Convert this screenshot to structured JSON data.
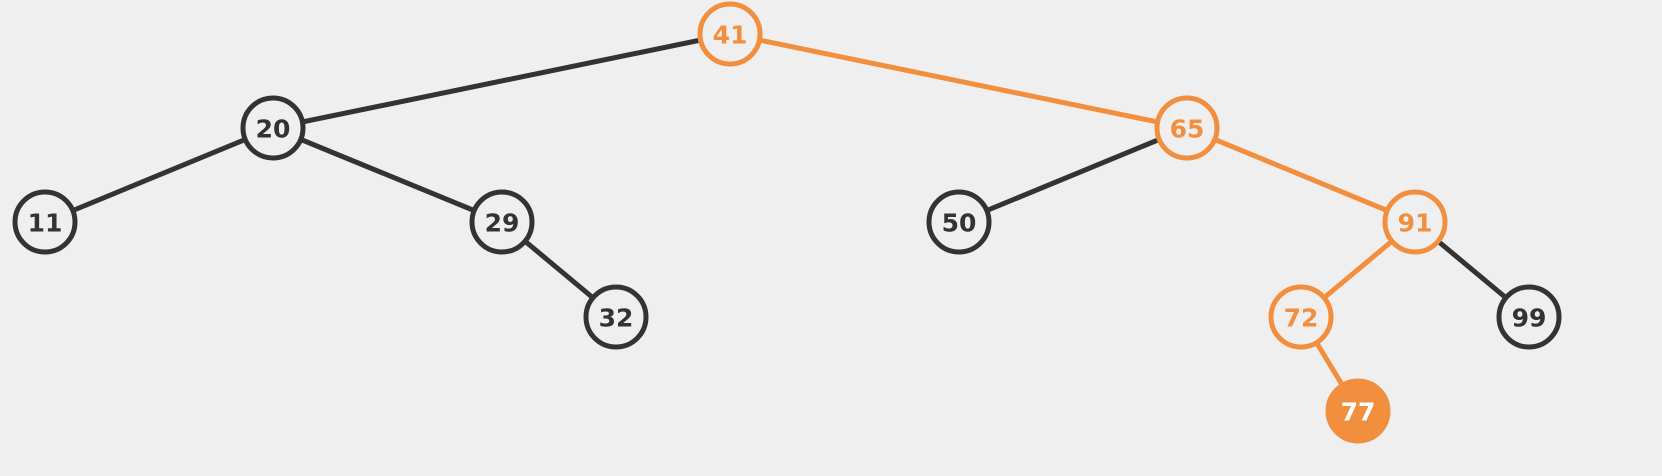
{
  "diagram": {
    "type": "binary-search-tree",
    "colors": {
      "background": "#efefef",
      "default": "#333333",
      "highlight": "#f28f3f",
      "node_fill": "#efefef",
      "target_text": "#ffffff"
    },
    "nodes": [
      {
        "id": "n41",
        "label": "41",
        "state": "path"
      },
      {
        "id": "n20",
        "label": "20",
        "state": "default"
      },
      {
        "id": "n65",
        "label": "65",
        "state": "path"
      },
      {
        "id": "n11",
        "label": "11",
        "state": "default"
      },
      {
        "id": "n29",
        "label": "29",
        "state": "default"
      },
      {
        "id": "n32",
        "label": "32",
        "state": "default"
      },
      {
        "id": "n50",
        "label": "50",
        "state": "default"
      },
      {
        "id": "n91",
        "label": "91",
        "state": "path"
      },
      {
        "id": "n72",
        "label": "72",
        "state": "path"
      },
      {
        "id": "n99",
        "label": "99",
        "state": "default"
      },
      {
        "id": "n77",
        "label": "77",
        "state": "target"
      }
    ],
    "edges": [
      {
        "from": "n41",
        "to": "n20",
        "state": "default"
      },
      {
        "from": "n41",
        "to": "n65",
        "state": "path"
      },
      {
        "from": "n20",
        "to": "n11",
        "state": "default"
      },
      {
        "from": "n20",
        "to": "n29",
        "state": "default"
      },
      {
        "from": "n29",
        "to": "n32",
        "state": "default"
      },
      {
        "from": "n65",
        "to": "n50",
        "state": "default"
      },
      {
        "from": "n65",
        "to": "n91",
        "state": "path"
      },
      {
        "from": "n91",
        "to": "n72",
        "state": "path"
      },
      {
        "from": "n91",
        "to": "n99",
        "state": "default"
      },
      {
        "from": "n72",
        "to": "n77",
        "state": "path"
      }
    ]
  }
}
